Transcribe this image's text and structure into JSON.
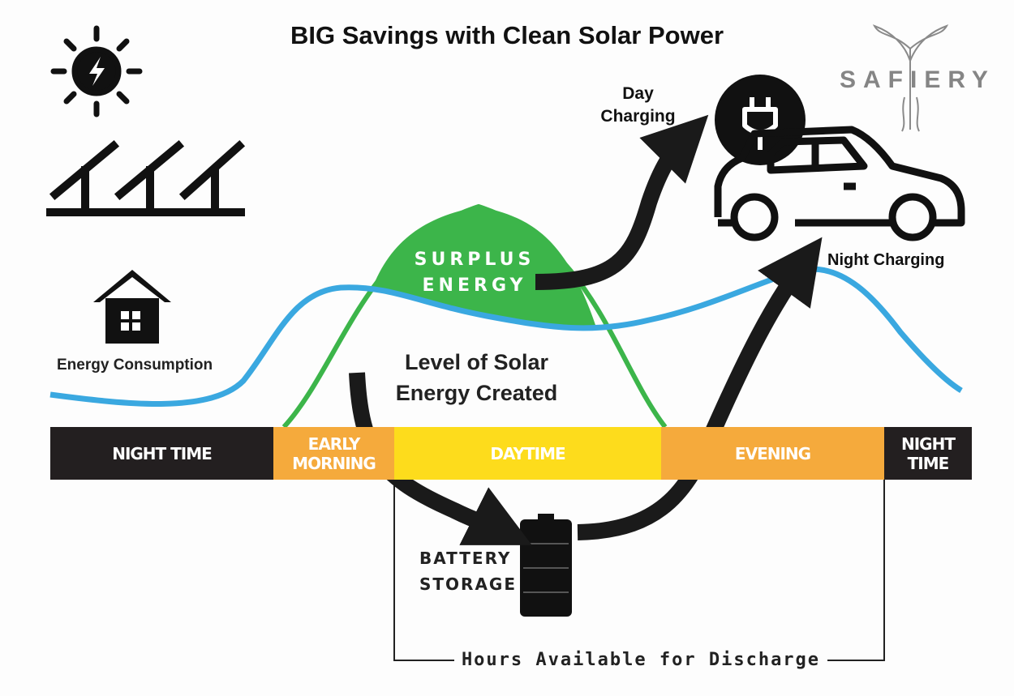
{
  "title": "BIG Savings with Clean Solar Power",
  "logo_text": "SAFIERY",
  "labels": {
    "day_charging_1": "Day",
    "day_charging_2": "Charging",
    "night_charging": "Night Charging",
    "surplus_1": "SURPLUS",
    "surplus_2": "ENERGY",
    "solar_level_1": "Level of Solar",
    "solar_level_2": "Energy Created",
    "energy_consumption": "Energy Consumption",
    "battery_1": "BATTERY",
    "battery_2": "STORAGE",
    "discharge": "Hours Available for Discharge"
  },
  "timeline": [
    {
      "label1": "NIGHT TIME",
      "label2": "",
      "color": "#231f20"
    },
    {
      "label1": "EARLY",
      "label2": "MORNING",
      "color": "#f5aa3c"
    },
    {
      "label1": "DAYTIME",
      "label2": "",
      "color": "#fddc1c"
    },
    {
      "label1": "EVENING",
      "label2": "",
      "color": "#f5aa3c"
    },
    {
      "label1": "NIGHT",
      "label2": "TIME",
      "color": "#231f20"
    }
  ],
  "colors": {
    "consumption": "#3aa8e0",
    "solar": "#3cb54a",
    "arrow": "#1a1a1a"
  }
}
